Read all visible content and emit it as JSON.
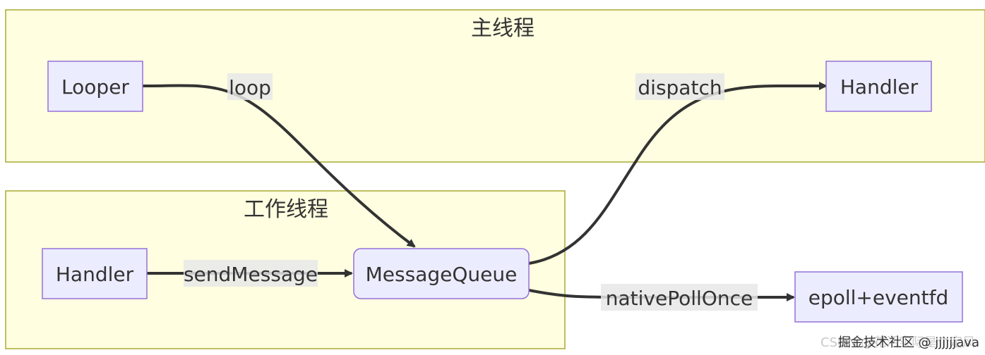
{
  "groups": {
    "main_thread": {
      "title": "主线程"
    },
    "worker_thread": {
      "title": "工作线程"
    }
  },
  "nodes": {
    "looper": "Looper",
    "handler_main": "Handler",
    "handler_worker": "Handler",
    "message_queue": "MessageQueue",
    "epoll": "epoll+eventfd"
  },
  "edges": {
    "loop": "loop",
    "dispatch": "dispatch",
    "send_message": "sendMessage",
    "native_poll_once": "nativePollOnce"
  },
  "watermark": {
    "juejin": "掘金技术社区 @ jjjjjjava",
    "csdn": "CSDN @花活实际是个定风"
  },
  "colors": {
    "group_fill": "#fffee0",
    "group_stroke": "#aaaa33",
    "node_fill": "#ececff",
    "node_stroke": "#9370db",
    "edge": "#333333",
    "label_bg": "#e8e8e8"
  }
}
